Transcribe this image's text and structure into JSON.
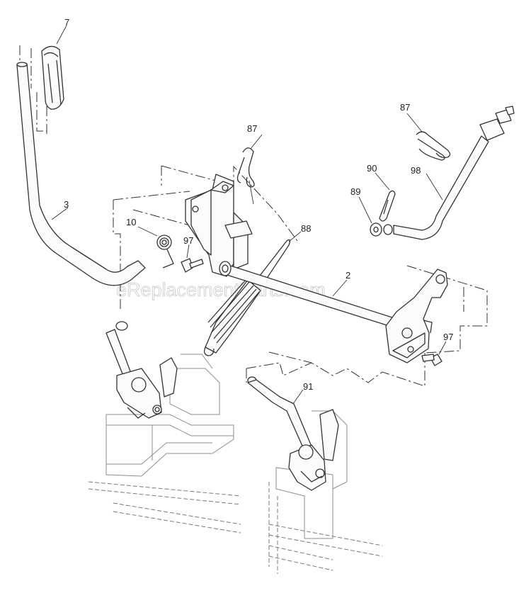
{
  "watermark": "eReplacementParts.com",
  "callouts": {
    "c7": "7",
    "c3": "3",
    "c10": "10",
    "c97a": "97",
    "c87a": "87",
    "c88": "88",
    "c2": "2",
    "c87b": "87",
    "c90": "90",
    "c89": "89",
    "c98": "98",
    "c97b": "97",
    "c91": "91"
  }
}
